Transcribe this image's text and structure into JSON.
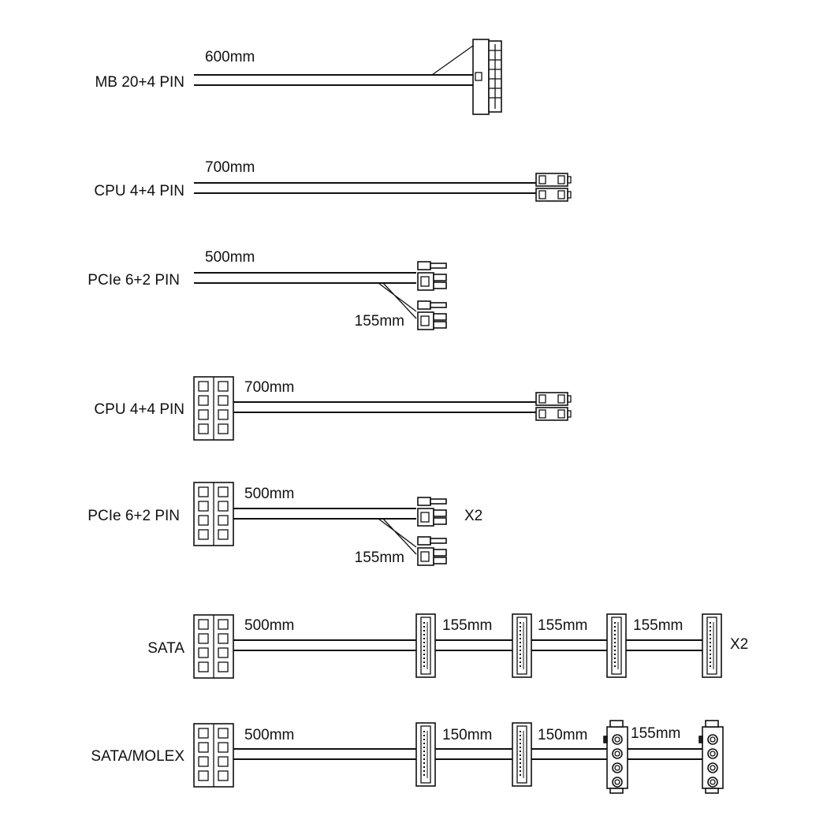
{
  "cables": [
    {
      "label": "MB 20+4 PIN",
      "lengths": [
        "600mm"
      ]
    },
    {
      "label": "CPU 4+4 PIN",
      "lengths": [
        "700mm"
      ]
    },
    {
      "label": "PCIe 6+2 PIN",
      "lengths": [
        "500mm",
        "155mm"
      ]
    },
    {
      "label": "CPU 4+4 PIN",
      "lengths": [
        "700mm"
      ]
    },
    {
      "label": "PCIe 6+2 PIN",
      "lengths": [
        "500mm",
        "155mm"
      ],
      "quantity": "X2"
    },
    {
      "label": "SATA",
      "lengths": [
        "500mm",
        "155mm",
        "155mm",
        "155mm"
      ],
      "quantity": "X2"
    },
    {
      "label": "SATA/MOLEX",
      "lengths": [
        "500mm",
        "150mm",
        "150mm",
        "155mm"
      ]
    }
  ]
}
